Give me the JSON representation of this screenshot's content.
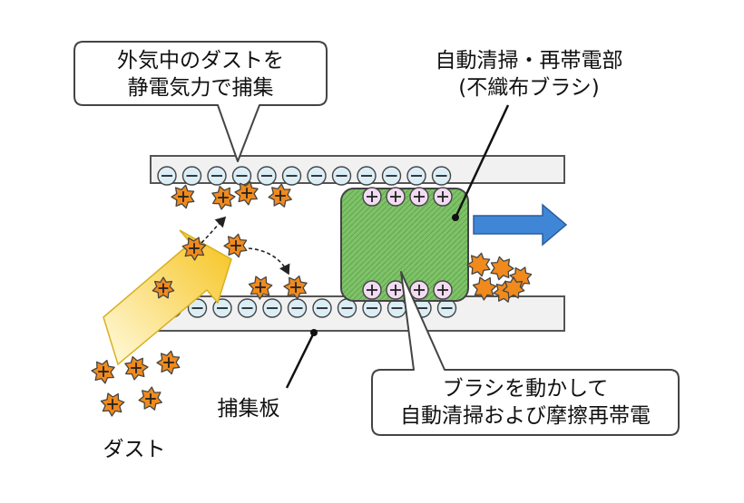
{
  "colors": {
    "plate": "#f1f1f1",
    "negative_charge": "#dbeef6",
    "positive_charge": "#f2dcf2",
    "dust": "#f08a1c",
    "brush": "#7fc26a",
    "arrow_blue": "#3f86d6",
    "arrow_yellow": "#f6d23a"
  },
  "labels": {
    "callout_top_line1": "外気中のダストを",
    "callout_top_line2": "静電気力で捕集",
    "brush_title_line1": "自動清掃・再帯電部",
    "brush_title_line2": "(不織布ブラシ)",
    "callout_bottom_line1": "ブラシを動かして",
    "callout_bottom_line2": "自動清掃および摩擦再帯電",
    "plate_label": "捕集板",
    "dust_label": "ダスト"
  },
  "icons": [
    "negative-charge-icon",
    "positive-charge-icon",
    "dust-particle-icon",
    "move-right-arrow-icon",
    "airflow-arrow-icon"
  ]
}
